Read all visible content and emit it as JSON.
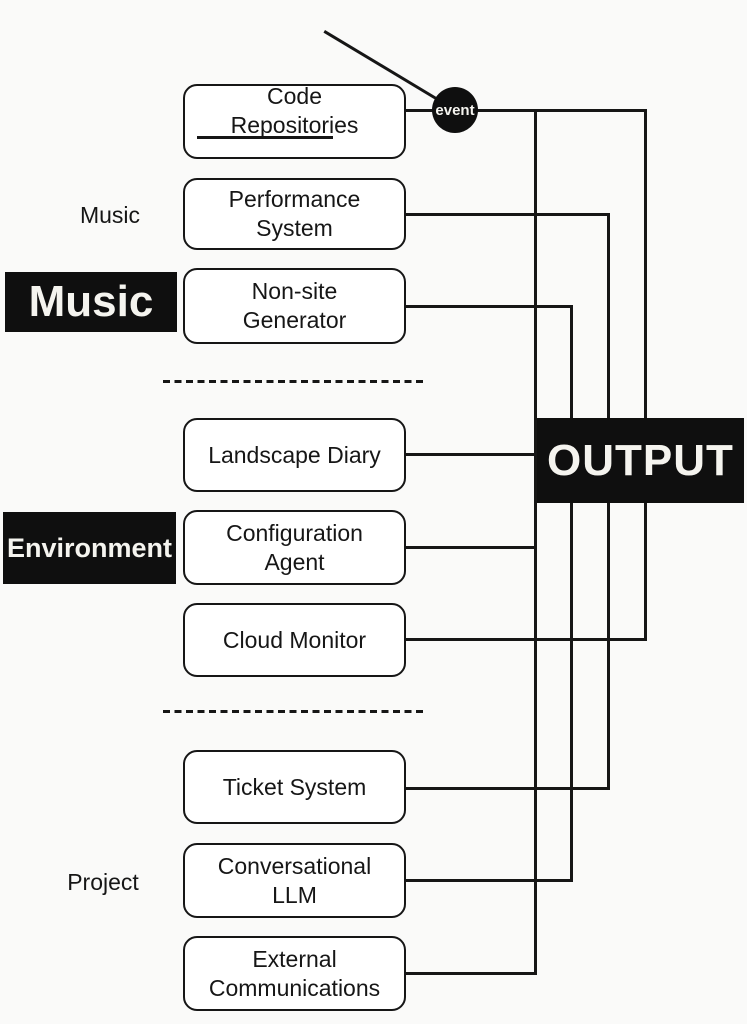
{
  "diagram": {
    "nodes": [
      {
        "id": "code-repositories",
        "label": "Code Repositories"
      },
      {
        "id": "performance-system",
        "label": "Performance System"
      },
      {
        "id": "non-site-generator",
        "label": "Non-site Generator"
      },
      {
        "id": "landscape-diary",
        "label": "Landscape Diary"
      },
      {
        "id": "configuration-agent",
        "label": "Configuration Agent"
      },
      {
        "id": "cloud-monitor",
        "label": "Cloud Monitor"
      },
      {
        "id": "ticket-system",
        "label": "Ticket System"
      },
      {
        "id": "conversational-llm",
        "label": "Conversational LLM"
      },
      {
        "id": "external-communications",
        "label": "External Communications"
      }
    ],
    "side_labels": {
      "music_plain": "Music",
      "music_block": "Music",
      "environment_block": "Environment",
      "project_plain": "Project"
    },
    "event_badge": "event",
    "output_label": "OUTPUT",
    "colors": {
      "background": "#fafaf9",
      "line": "#161616",
      "node_fill": "#ffffff",
      "block_fill": "#0f0f0f",
      "block_text": "#f5f4ef"
    }
  }
}
